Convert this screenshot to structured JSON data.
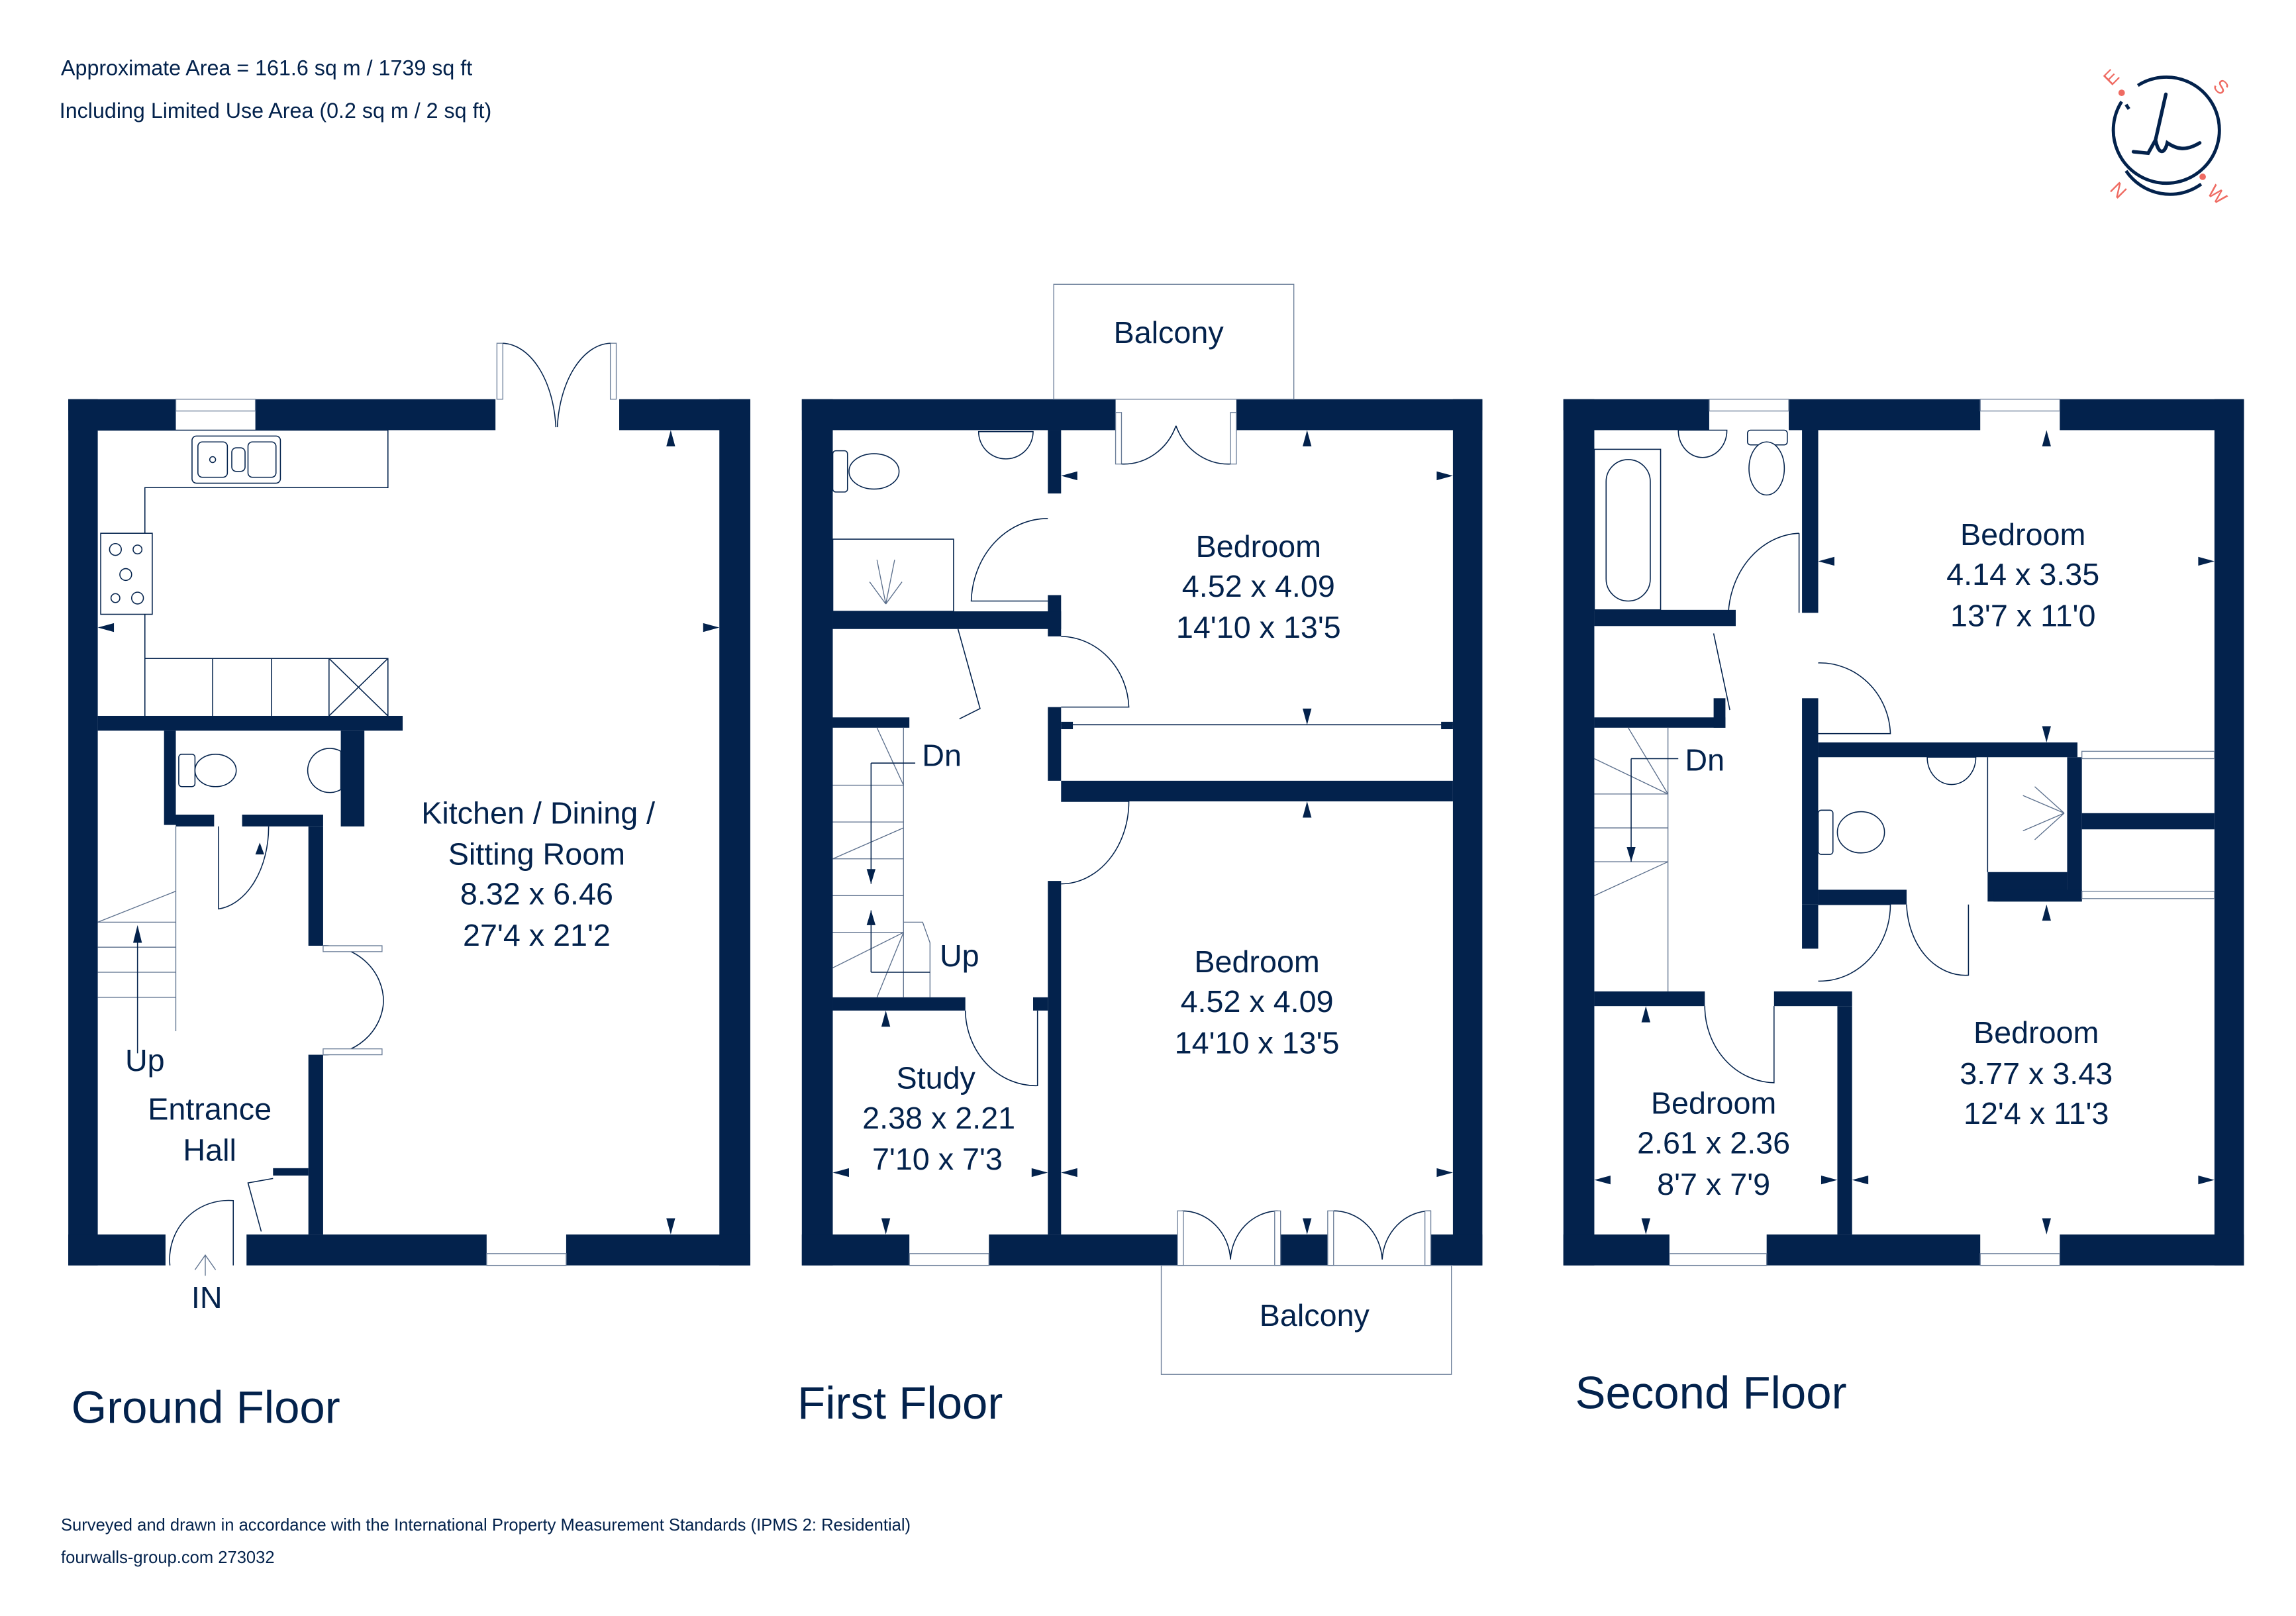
{
  "header": {
    "area_line": "Approximate Area = 161.6 sq m / 1739 sq ft",
    "limited_use_line": "Including Limited Use Area (0.2 sq m / 2 sq ft)"
  },
  "logo": {
    "monogram": "h",
    "compass_letters": [
      "E",
      "S",
      "N",
      "W"
    ],
    "colors": {
      "ring": "#03224c",
      "letters": "#ef6b62"
    }
  },
  "colors": {
    "walls": "#03224c",
    "text": "#03224c",
    "background": "#ffffff",
    "accent": "#ef6b62"
  },
  "floors": {
    "ground": {
      "title": "Ground Floor",
      "rooms": [
        {
          "name_line1": "Kitchen / Dining /",
          "name_line2": "Sitting Room",
          "metric": "8.32 x 6.46",
          "imperial": "27'4 x 21'2"
        },
        {
          "name_line1": "Entrance",
          "name_line2": "Hall"
        }
      ],
      "stairs_label": "Up",
      "entrance_label": "IN"
    },
    "first": {
      "title": "First Floor",
      "rooms": [
        {
          "name": "Bedroom",
          "metric": "4.52 x 4.09",
          "imperial": "14'10 x 13'5"
        },
        {
          "name": "Bedroom",
          "metric": "4.52 x 4.09",
          "imperial": "14'10 x 13'5"
        },
        {
          "name": "Study",
          "metric": "2.38 x 2.21",
          "imperial": "7'10 x 7'3"
        }
      ],
      "balcony_top": "Balcony",
      "balcony_bottom": "Balcony",
      "stairs_down": "Dn",
      "stairs_up": "Up"
    },
    "second": {
      "title": "Second Floor",
      "rooms": [
        {
          "name": "Bedroom",
          "metric": "4.14 x 3.35",
          "imperial": "13'7 x 11'0"
        },
        {
          "name": "Bedroom",
          "metric": "3.77 x 3.43",
          "imperial": "12'4 x 11'3"
        },
        {
          "name": "Bedroom",
          "metric": "2.61 x 2.36",
          "imperial": "8'7 x 7'9"
        }
      ],
      "stairs_down": "Dn"
    }
  },
  "footer": {
    "standards_line": "Surveyed and drawn in accordance with the International Property Measurement Standards (IPMS 2: Residential)",
    "reference_line": "fourwalls-group.com 273032"
  }
}
